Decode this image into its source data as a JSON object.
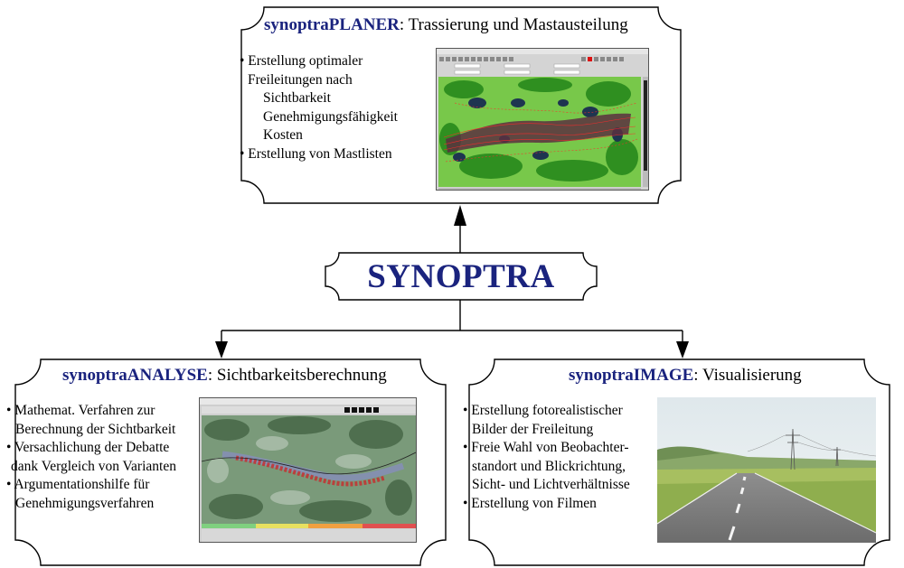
{
  "center": {
    "title": "SYNOPTRA"
  },
  "planer": {
    "brand": "synoptraPLANER",
    "subtitle": ": Trassierung und Mastausteilung",
    "lines": [
      "• Erstellung optimaler",
      "Freileitungen nach",
      "Sichtbarkeit",
      "Genehmigungsfähigkeit",
      "Kosten",
      "• Erstellung von Mastlisten"
    ]
  },
  "analyse": {
    "brand": "synoptraANALYSE",
    "subtitle": ": Sichtbarkeitsberechnung",
    "lines": [
      "• Mathemat. Verfahren zur",
      "Berechnung der Sichtbarkeit",
      "• Versachlichung der Debatte",
      "dank Vergleich von Varianten",
      "• Argumentationshilfe für",
      "Genehmigungsverfahren"
    ]
  },
  "image": {
    "brand": "synoptraIMAGE",
    "subtitle": ": Visualisierung",
    "lines": [
      "• Erstellung fotorealistischer",
      "Bilder der Freileitung",
      "• Freie Wahl von Beobachter-",
      "standort und Blickrichtung,",
      "Sicht- und Lichtverhältnisse",
      "• Erstellung von Filmen"
    ]
  }
}
